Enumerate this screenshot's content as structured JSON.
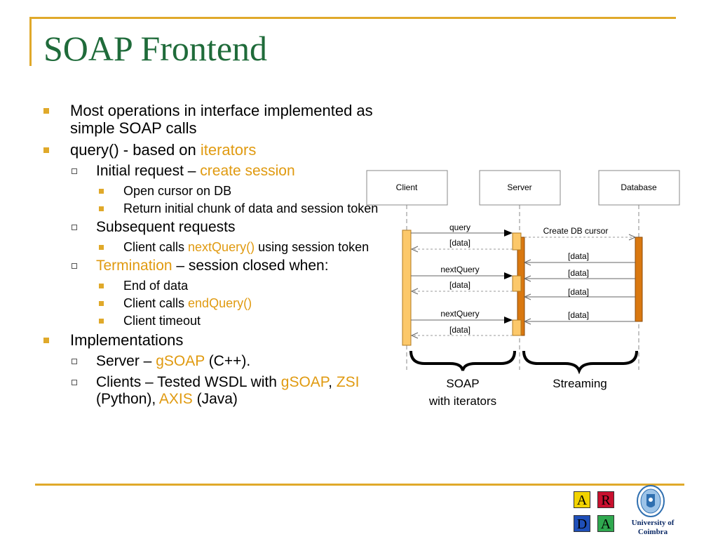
{
  "title": "SOAP Frontend",
  "bullets": {
    "b1": "Most operations in interface implemented as simple SOAP calls",
    "b2_pre": "query() - based on ",
    "b2_hl": "iterators",
    "b2_1_pre": "Initial request – ",
    "b2_1_hl": "create session",
    "b2_1_a": "Open cursor on DB",
    "b2_1_b": "Return initial chunk of data and session token",
    "b2_2": "Subsequent requests",
    "b2_2_a_pre": "Client calls ",
    "b2_2_a_hl": "nextQuery()",
    "b2_2_a_post": " using session token",
    "b2_3_hl": "Termination",
    "b2_3_post": " – session closed when:",
    "b2_3_a": "End of data",
    "b2_3_b_pre": "Client calls ",
    "b2_3_b_hl": "endQuery()",
    "b2_3_c": "Client timeout",
    "b3": "Implementations",
    "b3_1_pre": "Server – ",
    "b3_1_hl": "gSOAP",
    "b3_1_post": " (C++).",
    "b3_2_pre": "Clients – Tested WSDL with ",
    "b3_2_hl1": "gSOAP",
    "b3_2_sep": ",",
    "b3_2_hl2": "ZSI",
    "b3_2_mid": " (Python), ",
    "b3_2_hl3": "AXIS",
    "b3_2_post": " (Java)"
  },
  "diagram": {
    "client": "Client",
    "server": "Server",
    "database": "Database",
    "m_query": "query",
    "m_data1": "[data]",
    "m_next1": "nextQuery",
    "m_data2": "[data]",
    "m_next2": "nextQuery",
    "m_data3": "[data]",
    "m_create": "Create DB cursor",
    "m_db1": "[data]",
    "m_db2": "[data]",
    "m_db3": "[data]",
    "m_db4": "[data]",
    "soap_line1": "SOAP",
    "soap_line2": "with iterators",
    "streaming": "Streaming"
  },
  "logo": {
    "a1": "A",
    "r": "R",
    "d": "D",
    "a2": "A",
    "uni1": "University of",
    "uni2": "Coimbra"
  },
  "colors": {
    "title": "#1f6b3a",
    "accent": "#e0a92a",
    "highlight": "#e09a10",
    "activation_light": "#fcc86a",
    "activation_dark": "#d97810"
  }
}
